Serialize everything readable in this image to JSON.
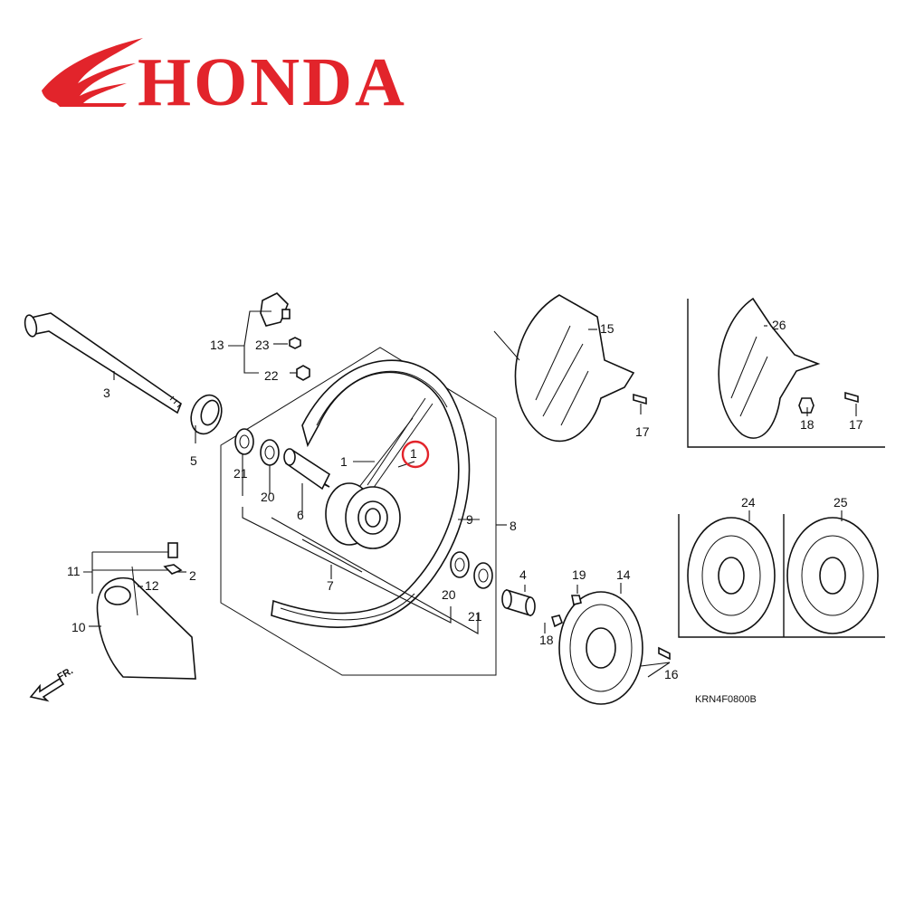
{
  "brand": {
    "name": "HONDA",
    "color": "#e2242b"
  },
  "diagram_code": "KRN4F0800B",
  "direction_label": "FR.",
  "highlight": {
    "target_callout": "1",
    "color": "#e2242b"
  },
  "callouts": {
    "c1": "1",
    "c1b": "1",
    "c2": "2",
    "c3": "3",
    "c4": "4",
    "c5": "5",
    "c6": "6",
    "c7": "7",
    "c8": "8",
    "c9": "9",
    "c10": "10",
    "c11": "11",
    "c12": "12",
    "c13": "13",
    "c14": "14",
    "c15": "15",
    "c16": "16",
    "c17a": "17",
    "c17b": "17",
    "c18a": "18",
    "c18b": "18",
    "c19": "19",
    "c20a": "20",
    "c20b": "20",
    "c21a": "21",
    "c21b": "21",
    "c22": "22",
    "c23": "23",
    "c24": "24",
    "c25": "25",
    "c26": "26"
  }
}
